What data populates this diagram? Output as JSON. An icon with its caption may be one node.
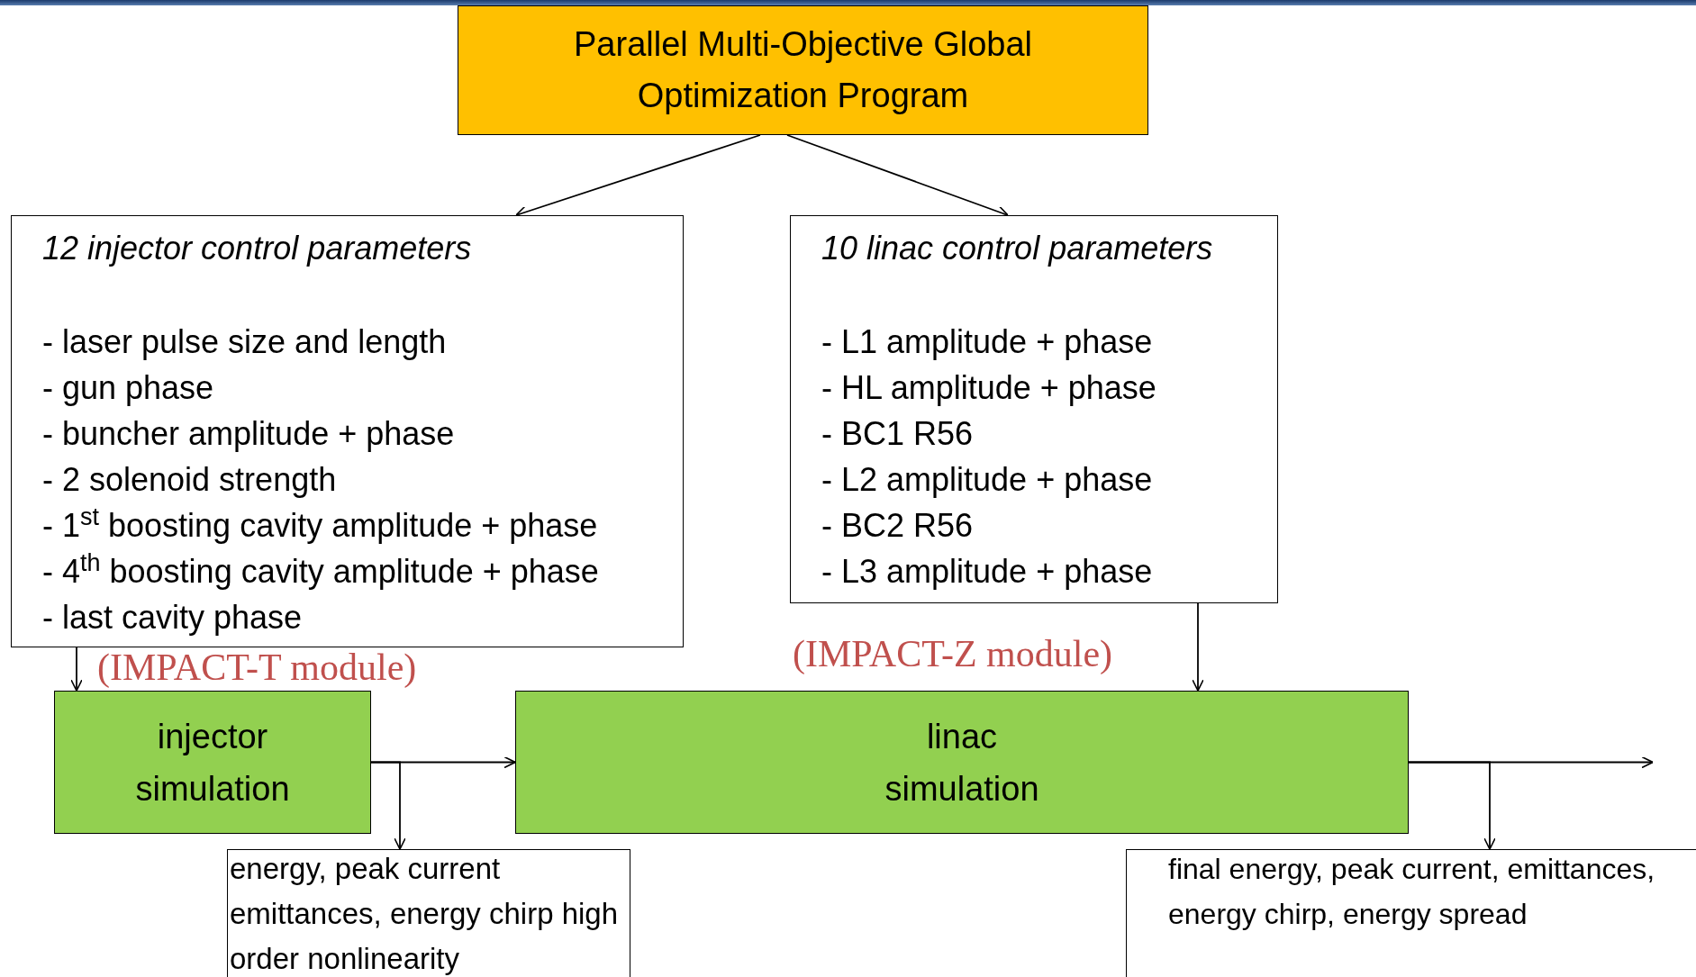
{
  "diagram": {
    "nodes": [
      {
        "text": [
          "Parallel Multi-Objective Global Optimization Program"
        ]
      },
      {
        "text": [
          "12 injector control parameters",
          "- laser pulse size and length",
          "- gun phase",
          "- buncher amplitude + phase",
          "- 2 solenoid strength",
          "- 1$^{st}$ boosting cavity amplitude + phase",
          "- 4$^{th}$ boosting cavity amplitude + phase",
          "- last cavity phase"
        ]
      },
      {
        "text": [
          "10 linac control parameters",
          "- L1 amplitude + phase",
          "- HL amplitude + phase",
          "- BC1 R56",
          "- L2 amplitude + phase",
          "- BC2 R56",
          "- L3 amplitude + phase"
        ]
      },
      {
        "text": [
          "injector simulation"
        ]
      },
      {
        "text": [
          "linac simulation"
        ]
      },
      {
        "text": [
          "energy, peak current emittances, energy chirp high order nonlinearity"
        ]
      },
      {
        "text": [
          "final energy, peak current, emittances, energy chirp, energy spread"
        ]
      }
    ],
    "edges": [
      {
        "from": 0,
        "to": 1,
        "arrow": "to"
      },
      {
        "from": 0,
        "to": 2,
        "arrow": "to"
      },
      {
        "from": 1,
        "to": 3,
        "arrow": "to"
      },
      {
        "from": 2,
        "to": 4,
        "arrow": "to"
      },
      {
        "from": 3,
        "to": 4,
        "arrow": "to"
      },
      {
        "from": 3,
        "to": 5,
        "arrow": "to"
      },
      {
        "from": 4,
        "to": null,
        "arrow": "to"
      },
      {
        "from": 4,
        "to": 6,
        "arrow": "to"
      }
    ],
    "labels": [
      "(IMPACT-T module)",
      "(IMPACT-Z module)"
    ]
  }
}
